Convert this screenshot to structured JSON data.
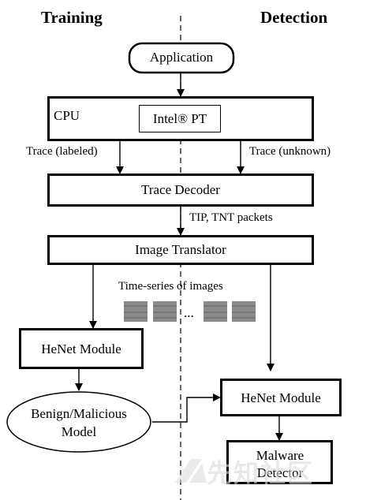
{
  "headers": {
    "left": "Training",
    "right": "Detection"
  },
  "nodes": {
    "application": "Application",
    "cpu": "CPU",
    "intel_pt": "Intel® PT",
    "trace_decoder": "Trace Decoder",
    "image_translator": "Image Translator",
    "henet_train": "HeNet Module",
    "model_line1": "Benign/Malicious",
    "model_line2": "Model",
    "henet_detect": "HeNet Module",
    "malware_line1": "Malware",
    "malware_line2": "Detector"
  },
  "edge_labels": {
    "trace_labeled": "Trace (labeled)",
    "trace_unknown": "Trace (unknown)",
    "packets": "TIP, TNT packets",
    "timeseries": "Time-series of images",
    "ellipsis": "..."
  },
  "watermark": "先知社区",
  "colors": {
    "line": "#000000",
    "thumb": "#8a8a8a",
    "watermark": "#d9d9d9"
  }
}
